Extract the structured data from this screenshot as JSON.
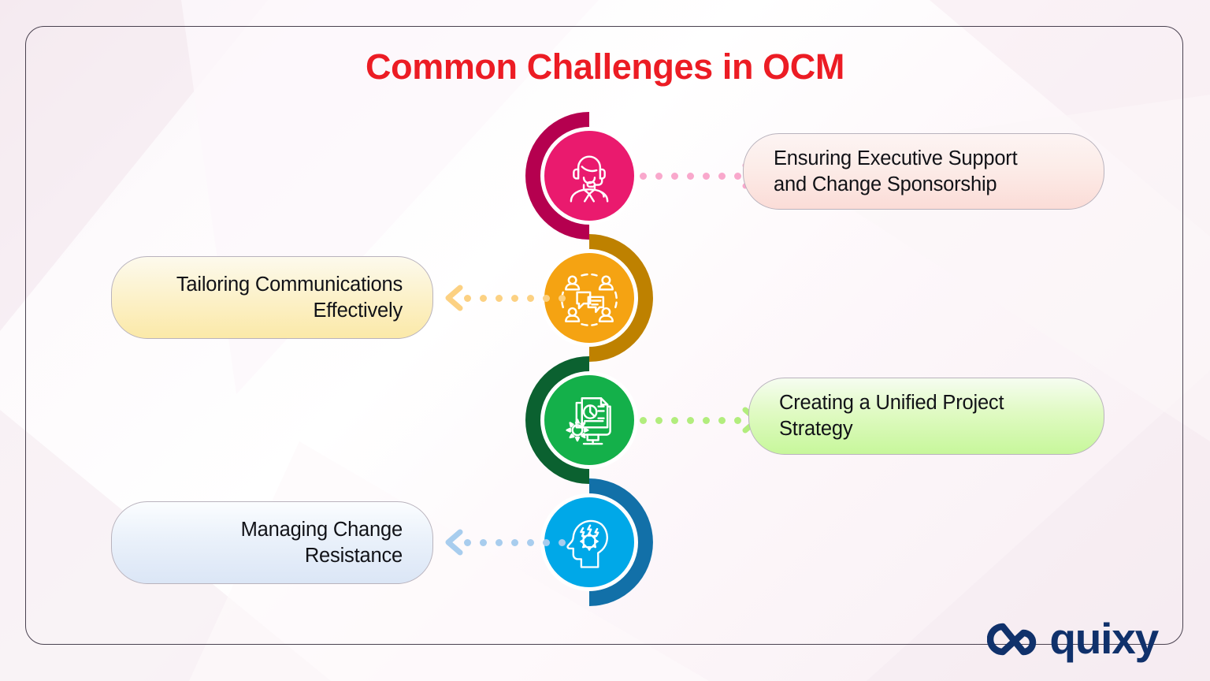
{
  "page": {
    "title": "Common Challenges in OCM",
    "title_color": "#ec1c24",
    "background_color": "#f7eef3",
    "frame_border_color": "#4a4250"
  },
  "brand": {
    "name": "quixy",
    "logo_icon": "quixy-infinity-logo",
    "color": "#10316b"
  },
  "steps": [
    {
      "index": 1,
      "label": "Ensuring Executive Support and Change Sponsorship",
      "label_lines": [
        "Ensuring Executive Support",
        "and Change Sponsorship"
      ],
      "side": "right",
      "icon": "headset-support-agent-icon",
      "circle_color": "#ea1a6e",
      "arc_color": "#b5004f",
      "arrow_color": "#f9a8cc",
      "pill_gradient_top": "#fdf4f3",
      "pill_gradient_bottom": "#fbdcd7"
    },
    {
      "index": 2,
      "label": "Tailoring Communications Effectively",
      "label_lines": [
        "Tailoring Communications",
        "Effectively"
      ],
      "side": "left",
      "icon": "team-chat-bubbles-icon",
      "circle_color": "#f5a312",
      "arc_color": "#be8100",
      "arrow_color": "#fcd182",
      "pill_gradient_top": "#fdfaed",
      "pill_gradient_bottom": "#fbe9a8"
    },
    {
      "index": 3,
      "label": "Creating a Unified Project Strategy",
      "label_lines": [
        "Creating a Unified Project",
        "Strategy"
      ],
      "side": "right",
      "icon": "report-gear-monitor-icon",
      "circle_color": "#14b04a",
      "arc_color": "#0b6130",
      "arrow_color": "#b2ed7d",
      "pill_gradient_top": "#f6fdf1",
      "pill_gradient_bottom": "#c7f79b"
    },
    {
      "index": 4,
      "label": "Managing Change Resistance",
      "label_lines": [
        "Managing Change",
        "Resistance"
      ],
      "side": "left",
      "icon": "head-gear-stress-icon",
      "circle_color": "#00a8e8",
      "arc_color": "#1270a8",
      "arrow_color": "#a8cdee",
      "pill_gradient_top": "#fbfdff",
      "pill_gradient_bottom": "#dbe6f6"
    }
  ]
}
